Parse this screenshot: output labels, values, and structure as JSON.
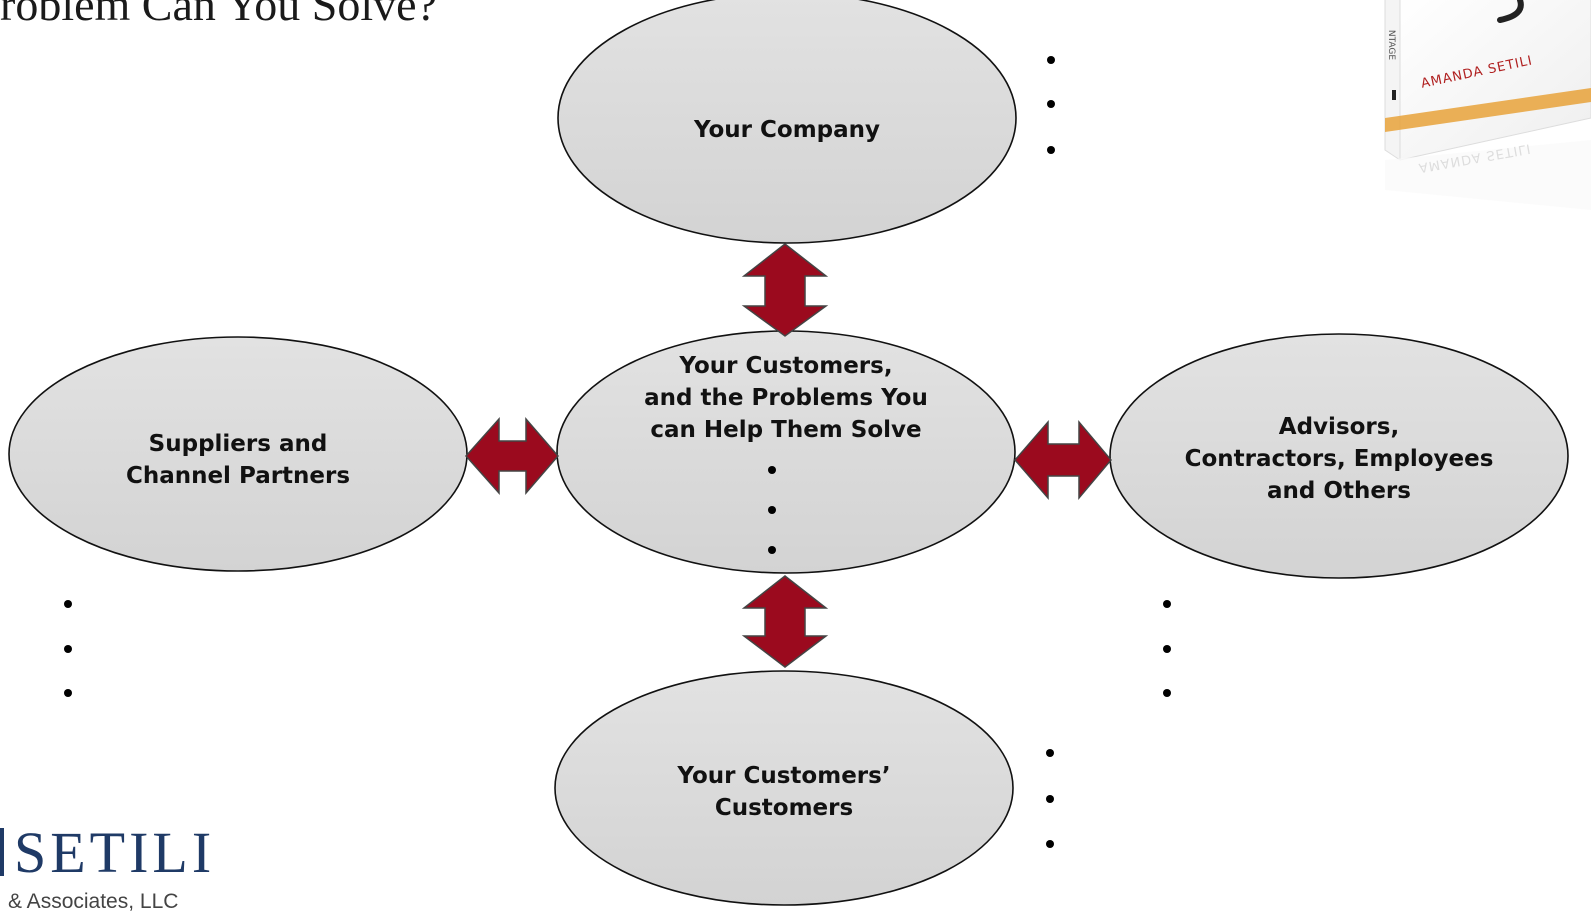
{
  "slide": {
    "title": "roblem Can You Solve?"
  },
  "nodes": {
    "company": [
      "Your Company"
    ],
    "center": [
      "Your Customers,",
      "and the Problems You",
      "can Help Them Solve"
    ],
    "suppliers": [
      "Suppliers and",
      "Channel Partners"
    ],
    "advisors": [
      "Advisors,",
      "Contractors, Employees",
      "and Others"
    ],
    "customers_customers": [
      "Your Customers’",
      "Customers"
    ]
  },
  "book": {
    "author": "AMANDA SETILI",
    "spine": "NTAGE"
  },
  "logo": {
    "name": "SETILI",
    "subtitle": "& Associates, LLC"
  },
  "colors": {
    "arrow_fill": "#9b0a1e",
    "ellipse_fill": "#d9d9d9",
    "logo_blue": "#1f3a66"
  }
}
